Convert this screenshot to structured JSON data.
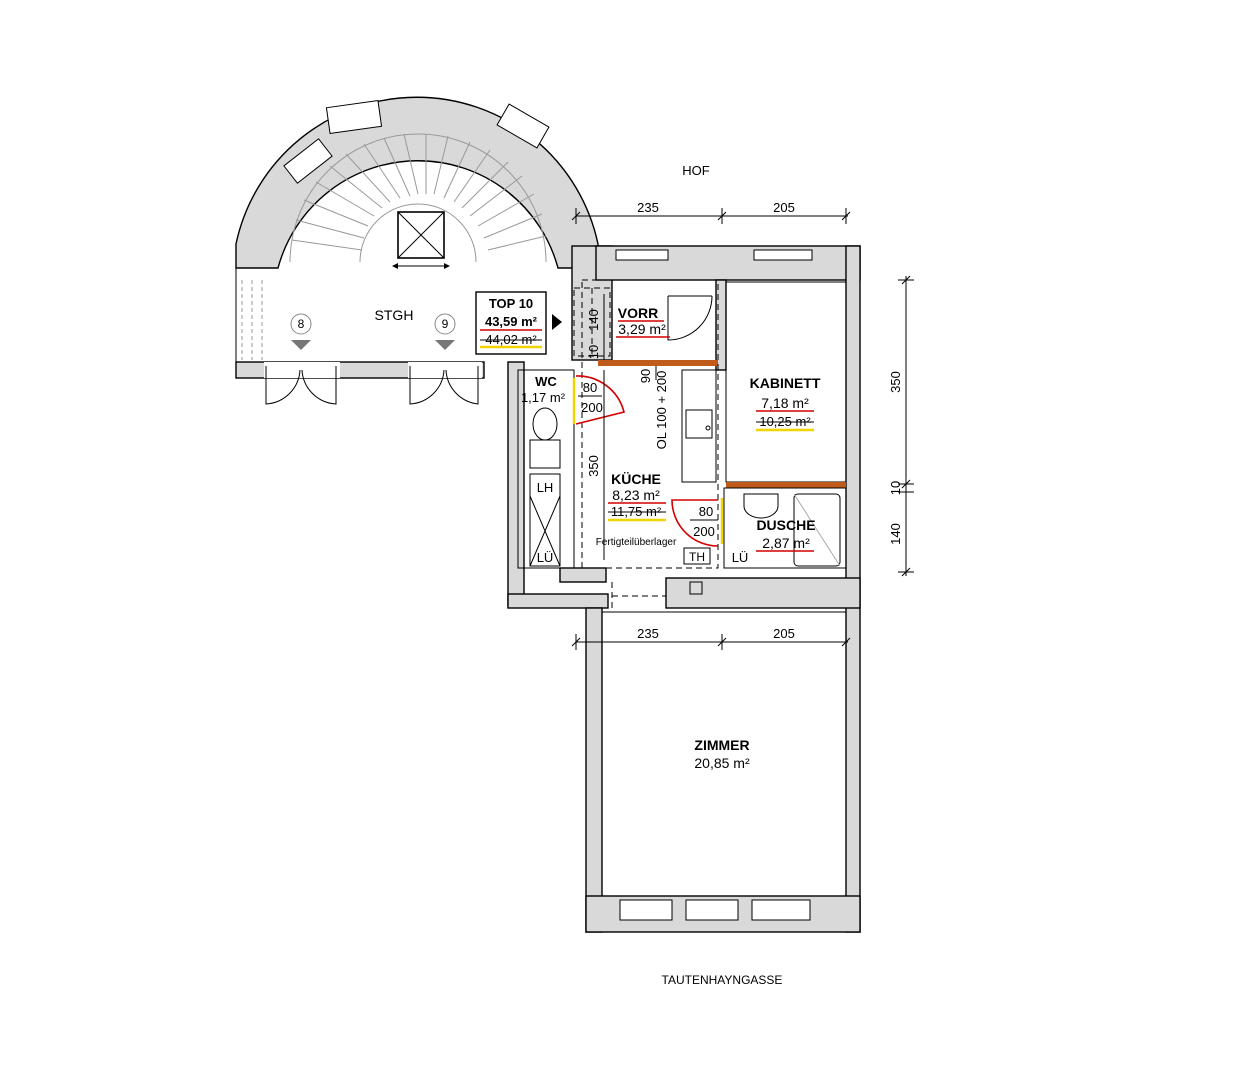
{
  "labels": {
    "hof": "HOF",
    "street": "TAUTENHAYNGASSE",
    "stgh": "STGH",
    "stair_8": "8",
    "stair_9": "9",
    "top_title": "TOP 10",
    "top_area": "43,59 m²",
    "top_area_old": "44,02 m²",
    "vorr_name": "VORR",
    "vorr_area": "3,29 m²",
    "wc_name": "WC",
    "wc_area": "1,17 m²",
    "kueche_name": "KÜCHE",
    "kueche_area": "8,23 m²",
    "kueche_area_old": "11,75 m²",
    "kabinett_name": "KABINETT",
    "kabinett_area": "7,18 m²",
    "kabinett_area_old": "10,25 m²",
    "dusche_name": "DUSCHE",
    "dusche_area": "2,87 m²",
    "zimmer_name": "ZIMMER",
    "zimmer_area": "20,85 m²",
    "fertigteil": "Fertigteilüberlager",
    "lh": "LH",
    "lue1": "LÜ",
    "lue2": "LÜ",
    "th": "TH"
  },
  "dimensions": {
    "top_left": "235",
    "top_right": "205",
    "mid_left": "235",
    "mid_right": "205",
    "right_350": "350",
    "right_10": "10",
    "right_140": "140",
    "vorr_140": "140",
    "vorr_10": "10",
    "kueche_90": "90",
    "kueche_ol": "OL 100 + 200",
    "kueche_350": "350",
    "door_wc_w": "80",
    "door_wc_h": "200",
    "door_bath_w": "80",
    "door_bath_h": "200"
  },
  "colors": {
    "wall": "#d9d9d9",
    "new_wall": "#c05a1a",
    "underline_red": "#d40000",
    "underline_yellow": "#f2d400"
  }
}
